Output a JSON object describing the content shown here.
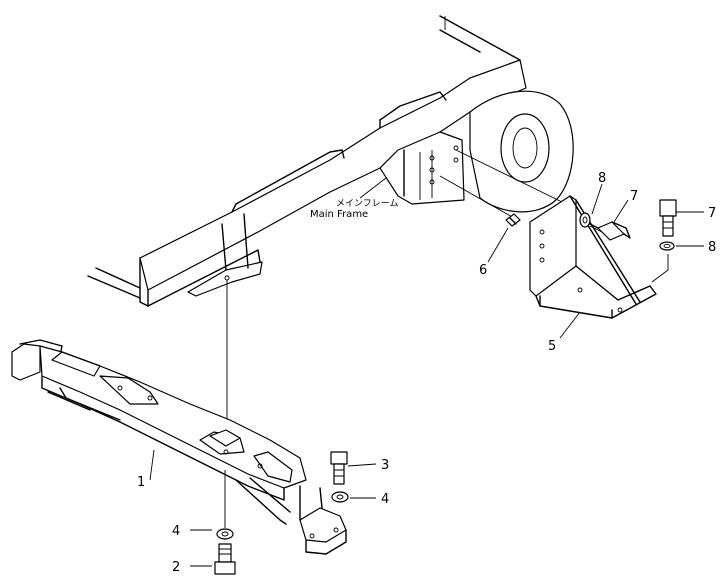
{
  "diagram": {
    "main_frame_label_jp": "メインフレーム",
    "main_frame_label_en": "Main Frame",
    "callouts": {
      "c1": "1",
      "c2": "2",
      "c3": "3",
      "c4a": "4",
      "c4b": "4",
      "c5": "5",
      "c6": "6",
      "c7a": "7",
      "c7b": "7",
      "c8a": "8",
      "c8b": "8"
    }
  }
}
